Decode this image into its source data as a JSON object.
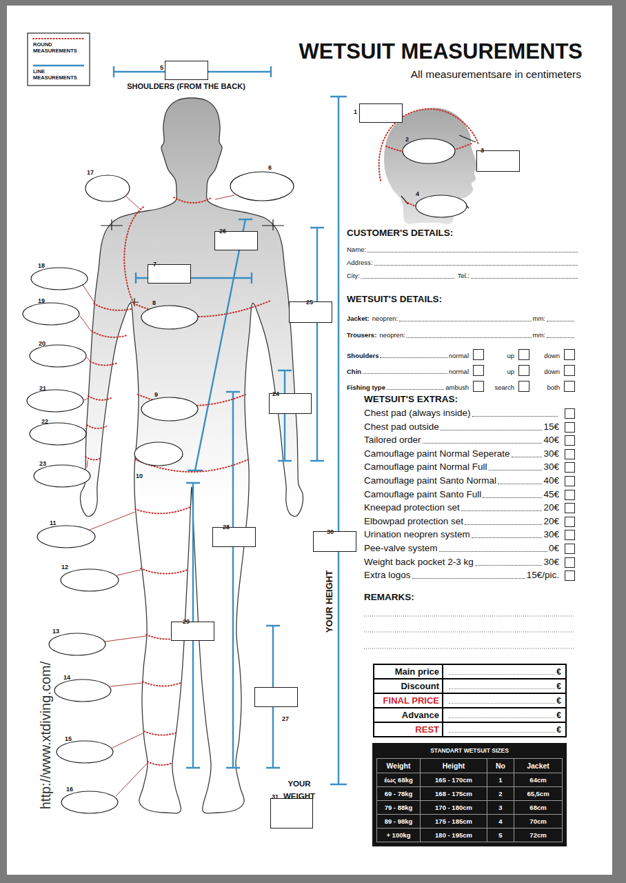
{
  "diagram": {
    "title": "WETSUIT MEASUREMENTS",
    "nodes": [
      {
        "text": [
          "1"
        ]
      },
      {
        "text": [
          "2"
        ]
      },
      {
        "text": [
          "3"
        ]
      },
      {
        "text": [
          "4"
        ]
      },
      {
        "text": [
          "5"
        ]
      },
      {
        "text": [
          "6"
        ]
      },
      {
        "text": [
          "7"
        ]
      },
      {
        "text": [
          "8"
        ]
      },
      {
        "text": [
          "9"
        ]
      },
      {
        "text": [
          "10"
        ]
      },
      {
        "text": [
          "11"
        ]
      },
      {
        "text": [
          "12"
        ]
      },
      {
        "text": [
          "13"
        ]
      },
      {
        "text": [
          "14"
        ]
      },
      {
        "text": [
          "15"
        ]
      },
      {
        "text": [
          "16"
        ]
      },
      {
        "text": [
          "17"
        ]
      },
      {
        "text": [
          "18"
        ]
      },
      {
        "text": [
          "19"
        ]
      },
      {
        "text": [
          "20"
        ]
      },
      {
        "text": [
          "21"
        ]
      },
      {
        "text": [
          "22"
        ]
      },
      {
        "text": [
          "23"
        ]
      },
      {
        "text": [
          "24"
        ]
      },
      {
        "text": [
          "25"
        ]
      },
      {
        "text": [
          "26"
        ]
      },
      {
        "text": [
          "27"
        ]
      },
      {
        "text": [
          "28"
        ]
      },
      {
        "text": [
          "29"
        ]
      },
      {
        "text": [
          "30"
        ]
      },
      {
        "text": [
          "31",
          "YOUR WEIGHT"
        ]
      }
    ],
    "labels": [
      "SHOULDERS (FROM THE BACK)",
      "All measurementsare in centimeters",
      "YOUR HEIGHT",
      "http://www.xtdiving.com/",
      "CUSTOMER'S DETAILS:",
      "Name:",
      "Address:",
      "City:",
      "Tel.:",
      "WETSUIT'S DETAILS:",
      "Jacket:",
      "neopren:",
      "mm:",
      "Trousers:",
      "neopren:",
      "mm:",
      "Shoulders",
      "normal",
      "up",
      "down",
      "Chin",
      "normal",
      "up",
      "down",
      "Fishing type",
      "ambush",
      "search",
      "both",
      "WETSUIT'S EXTRAS:",
      "Chest pad (always inside)",
      "Chest pad outside",
      "15€",
      "Tailored order",
      "40€",
      "Camouflage paint Normal Seperate",
      "30€",
      "Camouflage paint Normal Full",
      "30€",
      "Camouflage paint Santo Normal",
      "40€",
      "Camouflage paint Santo Full",
      "45€",
      "Kneepad protection set",
      "20€",
      "Elbowpad protection set",
      "20€",
      "Urination neopren system",
      "30€",
      "Pee-valve system",
      "0€",
      "Weight back pocket 2-3 kg",
      "30€",
      "Extra logos",
      "15€/pic.",
      "REMARKS:",
      "Main price",
      "€",
      "Discount",
      "€",
      "FINAL PRICE",
      "€",
      "Advance",
      "€",
      "REST",
      "€",
      "STANDART WETSUIT SIZES",
      "Weight",
      "Height",
      "No",
      "Jacket",
      "έως 68kg",
      "165 - 170cm",
      "1",
      "64cm",
      "69 - 78kg",
      "168 - 175cm",
      "2",
      "65,5cm",
      "79 - 88kg",
      "170 - 180cm",
      "3",
      "68cm",
      "89 - 98kg",
      "175 - 185cm",
      "4",
      "70cm",
      "+ 100kg",
      "180 - 195cm",
      "5",
      "72cm"
    ],
    "legend": [
      {
        "text": "ROUND MEASUREMENTS"
      },
      {
        "text": "LINE MEASUREMENTS"
      }
    ]
  }
}
